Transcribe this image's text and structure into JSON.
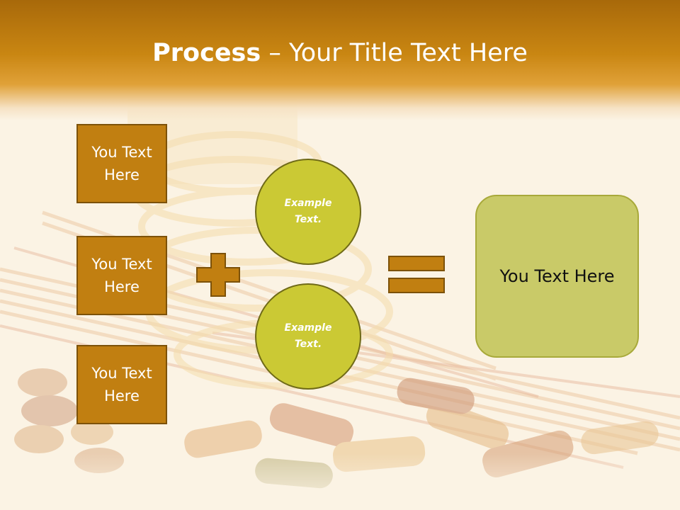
{
  "slide": {
    "title_bold": "Process",
    "title_rest": " – Your Title Text Here",
    "left_boxes": [
      "You Text Here",
      "You Text Here",
      "You Text Here"
    ],
    "circles": [
      "Example Text.",
      "Example Text."
    ],
    "result": "You Text Here"
  },
  "colors": {
    "header": "#c98612",
    "box_fill": "#c17f11",
    "circle_fill": "#cbc934",
    "result_fill": "#c9ca68"
  },
  "icons": [
    "plus-icon",
    "equals-icon"
  ]
}
